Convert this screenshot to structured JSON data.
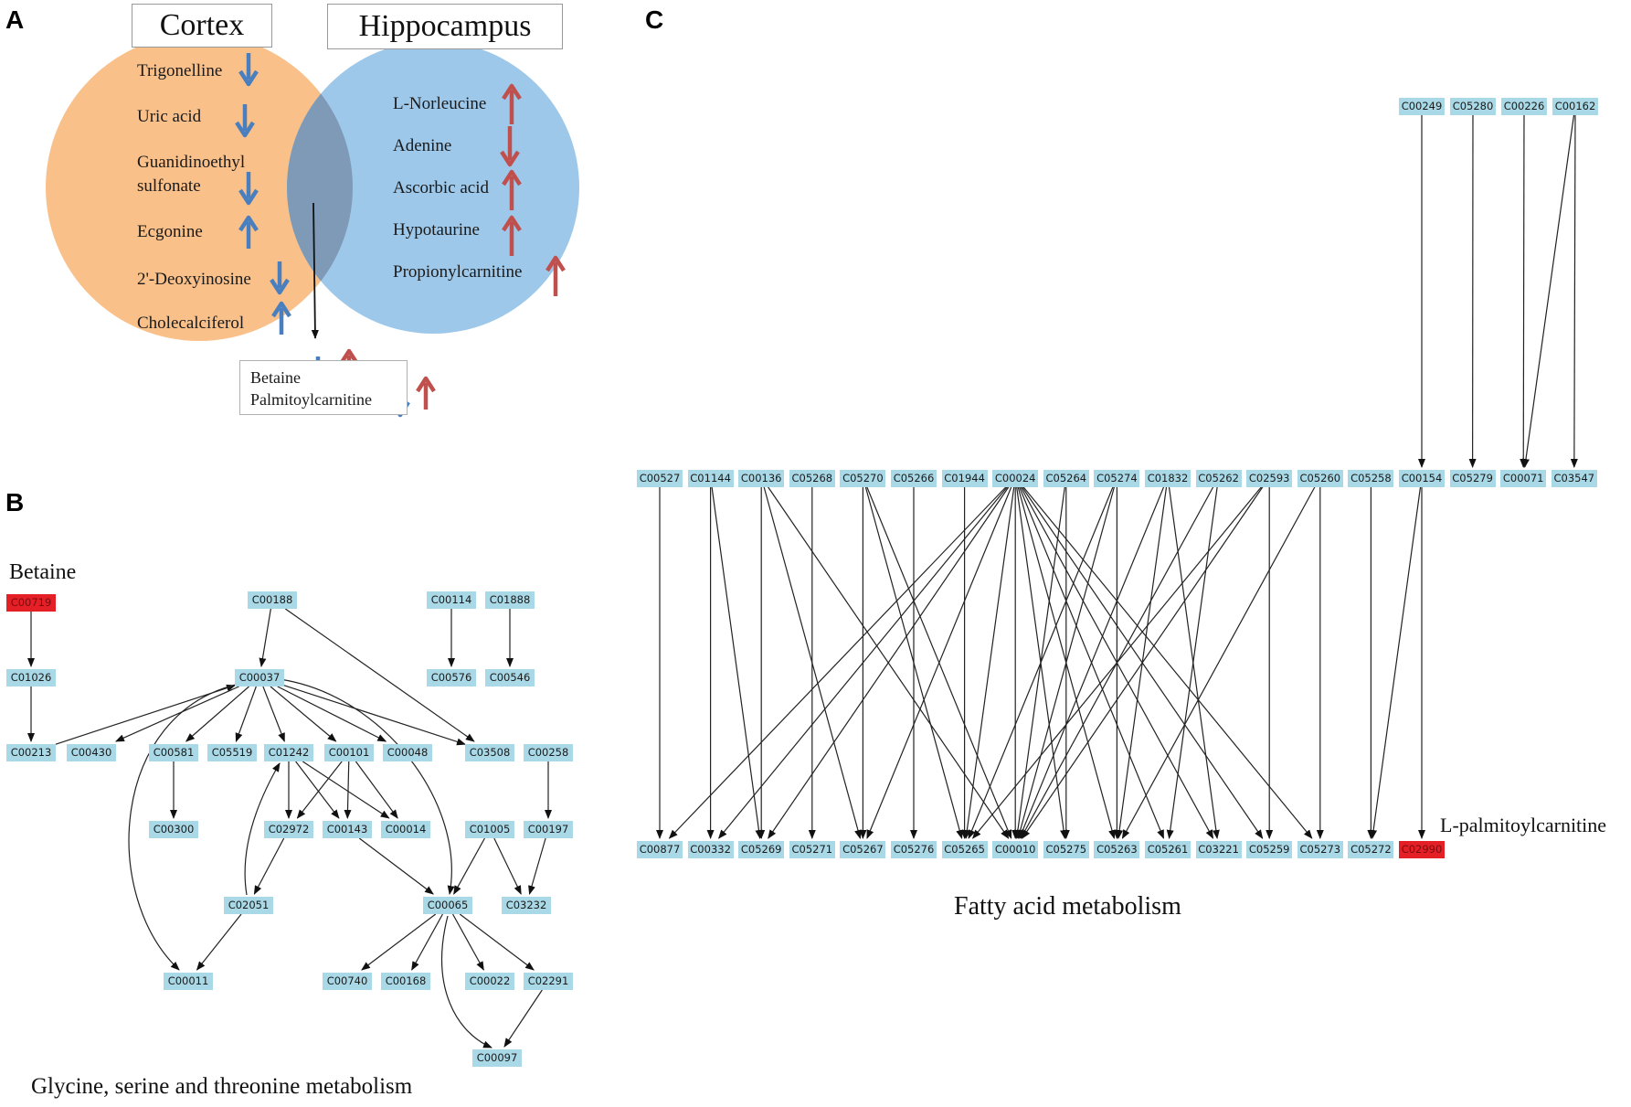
{
  "panels": {
    "a": {
      "letter": "A",
      "cortex_label": "Cortex",
      "hippocampus_label": "Hippocampus",
      "colors": {
        "cortex": "#f9c08a",
        "hippocampus": "#9dc8ea",
        "down_arrow": "#4a7fbf",
        "up_arrow": "#c0504d"
      },
      "cortex_metabolites": [
        {
          "name": "Trigonelline",
          "direction": "down"
        },
        {
          "name": "Uric acid",
          "direction": "down"
        },
        {
          "name": "Guanidinoethyl sulfonate",
          "line1": "Guanidinoethyl",
          "line2": "sulfonate",
          "direction": "down"
        },
        {
          "name": "Ecgonine",
          "direction": "up"
        },
        {
          "name": "2'-Deoxyinosine",
          "direction": "down"
        },
        {
          "name": "Cholecalciferol",
          "direction": "up"
        }
      ],
      "hippocampus_metabolites": [
        {
          "name": "L-Norleucine",
          "direction": "up"
        },
        {
          "name": "Adenine",
          "direction": "down"
        },
        {
          "name": "Ascorbic acid",
          "direction": "up"
        },
        {
          "name": "Hypotaurine",
          "direction": "up"
        },
        {
          "name": "Propionylcarnitine",
          "direction": "up"
        }
      ],
      "shared_metabolites": [
        {
          "name": "Betaine",
          "cortex": "down",
          "hippocampus": "up"
        },
        {
          "name": "Palmitoylcarnitine",
          "cortex": "down",
          "hippocampus": "up"
        }
      ]
    },
    "b": {
      "letter": "B",
      "betaine_label": "Betaine",
      "caption": "Glycine, serine and threonine metabolism",
      "nodes": {
        "C00719": {
          "label": "C00719",
          "highlight": true
        },
        "C01026": {
          "label": "C01026"
        },
        "C00213": {
          "label": "C00213"
        },
        "C00430": {
          "label": "C00430"
        },
        "C00188": {
          "label": "C00188"
        },
        "C00037": {
          "label": "C00037"
        },
        "C00114": {
          "label": "C00114"
        },
        "C01888": {
          "label": "C01888"
        },
        "C00576": {
          "label": "C00576"
        },
        "C00546": {
          "label": "C00546"
        },
        "C00581": {
          "label": "C00581"
        },
        "C05519": {
          "label": "C05519"
        },
        "C01242": {
          "label": "C01242"
        },
        "C00101": {
          "label": "C00101"
        },
        "C00048": {
          "label": "C00048"
        },
        "C03508": {
          "label": "C03508"
        },
        "C00258": {
          "label": "C00258"
        },
        "C00300": {
          "label": "C00300"
        },
        "C02972": {
          "label": "C02972"
        },
        "C00143": {
          "label": "C00143"
        },
        "C00014": {
          "label": "C00014"
        },
        "C01005": {
          "label": "C01005"
        },
        "C00197": {
          "label": "C00197"
        },
        "C02051": {
          "label": "C02051"
        },
        "C00065": {
          "label": "C00065"
        },
        "C03232": {
          "label": "C03232"
        },
        "C00011": {
          "label": "C00011"
        },
        "C00740": {
          "label": "C00740"
        },
        "C00168": {
          "label": "C00168"
        },
        "C00022": {
          "label": "C00022"
        },
        "C02291": {
          "label": "C02291"
        },
        "C00097": {
          "label": "C00097"
        }
      },
      "edges": [
        [
          "C00719",
          "C01026"
        ],
        [
          "C01026",
          "C00213"
        ],
        [
          "C00213",
          "C00037"
        ],
        [
          "C00188",
          "C00037"
        ],
        [
          "C00188",
          "C03508"
        ],
        [
          "C00114",
          "C00576"
        ],
        [
          "C01888",
          "C00546"
        ],
        [
          "C00037",
          "C00430"
        ],
        [
          "C00037",
          "C00581"
        ],
        [
          "C00037",
          "C05519"
        ],
        [
          "C00037",
          "C01242"
        ],
        [
          "C00037",
          "C00101"
        ],
        [
          "C00037",
          "C00048"
        ],
        [
          "C00037",
          "C03508"
        ],
        [
          "C00037",
          "C00065"
        ],
        [
          "C00037",
          "C00011"
        ],
        [
          "C00581",
          "C00300"
        ],
        [
          "C01242",
          "C02972"
        ],
        [
          "C01242",
          "C00143"
        ],
        [
          "C01242",
          "C00014"
        ],
        [
          "C00101",
          "C02972"
        ],
        [
          "C00101",
          "C00143"
        ],
        [
          "C00101",
          "C00014"
        ],
        [
          "C02972",
          "C02051"
        ],
        [
          "C02051",
          "C01242"
        ],
        [
          "C02051",
          "C00011"
        ],
        [
          "C00143",
          "C00065"
        ],
        [
          "C01005",
          "C00065"
        ],
        [
          "C01005",
          "C03232"
        ],
        [
          "C00258",
          "C00197"
        ],
        [
          "C00197",
          "C03232"
        ],
        [
          "C00065",
          "C00740"
        ],
        [
          "C00065",
          "C00168"
        ],
        [
          "C00065",
          "C00022"
        ],
        [
          "C00065",
          "C02291"
        ],
        [
          "C00065",
          "C00097"
        ],
        [
          "C02291",
          "C00097"
        ]
      ]
    },
    "c": {
      "letter": "C",
      "highlight_label": "L-palmitoylcarnitine",
      "caption": "Fatty acid metabolism",
      "top_row": [
        "C00249",
        "C05280",
        "C00226",
        "C00162"
      ],
      "middle_row": [
        "C00527",
        "C01144",
        "C00136",
        "C05268",
        "C05270",
        "C05266",
        "C01944",
        "C00024",
        "C05264",
        "C05274",
        "C01832",
        "C05262",
        "C02593",
        "C05260",
        "C05258",
        "C00154",
        "C05279",
        "C00071",
        "C03547"
      ],
      "bottom_row": [
        "C00877",
        "C00332",
        "C05269",
        "C05271",
        "C05267",
        "C05276",
        "C05265",
        "C00010",
        "C05275",
        "C05263",
        "C05261",
        "C03221",
        "C05259",
        "C05273",
        "C05272",
        "C02990"
      ],
      "highlight_node": "C02990",
      "edges": [
        [
          "C00249",
          "C00154"
        ],
        [
          "C05280",
          "C05279"
        ],
        [
          "C00226",
          "C00071"
        ],
        [
          "C00162",
          "C00071"
        ],
        [
          "C00162",
          "C03547"
        ],
        [
          "C00527",
          "C00877"
        ],
        [
          "C01144",
          "C00332"
        ],
        [
          "C01144",
          "C05269"
        ],
        [
          "C00136",
          "C05269"
        ],
        [
          "C00136",
          "C05267"
        ],
        [
          "C00136",
          "C00010"
        ],
        [
          "C05268",
          "C05271"
        ],
        [
          "C05270",
          "C05267"
        ],
        [
          "C05270",
          "C05265"
        ],
        [
          "C05270",
          "C00010"
        ],
        [
          "C05266",
          "C05276"
        ],
        [
          "C01944",
          "C05265"
        ],
        [
          "C00024",
          "C00877"
        ],
        [
          "C00024",
          "C00332"
        ],
        [
          "C00024",
          "C05269"
        ],
        [
          "C00024",
          "C05267"
        ],
        [
          "C00024",
          "C05265"
        ],
        [
          "C00024",
          "C00010"
        ],
        [
          "C00024",
          "C05275"
        ],
        [
          "C00024",
          "C05263"
        ],
        [
          "C00024",
          "C05261"
        ],
        [
          "C00024",
          "C03221"
        ],
        [
          "C00024",
          "C05259"
        ],
        [
          "C00024",
          "C05273"
        ],
        [
          "C05264",
          "C05275"
        ],
        [
          "C05264",
          "C00010"
        ],
        [
          "C05274",
          "C05263"
        ],
        [
          "C05274",
          "C00010"
        ],
        [
          "C05274",
          "C05265"
        ],
        [
          "C01832",
          "C03221"
        ],
        [
          "C01832",
          "C00010"
        ],
        [
          "C01832",
          "C05263"
        ],
        [
          "C05262",
          "C05261"
        ],
        [
          "C05262",
          "C00010"
        ],
        [
          "C02593",
          "C05259"
        ],
        [
          "C02593",
          "C05265"
        ],
        [
          "C02593",
          "C00010"
        ],
        [
          "C05260",
          "C05273"
        ],
        [
          "C05260",
          "C05263"
        ],
        [
          "C05258",
          "C05272"
        ],
        [
          "C00154",
          "C02990"
        ],
        [
          "C00154",
          "C05272"
        ]
      ]
    }
  }
}
